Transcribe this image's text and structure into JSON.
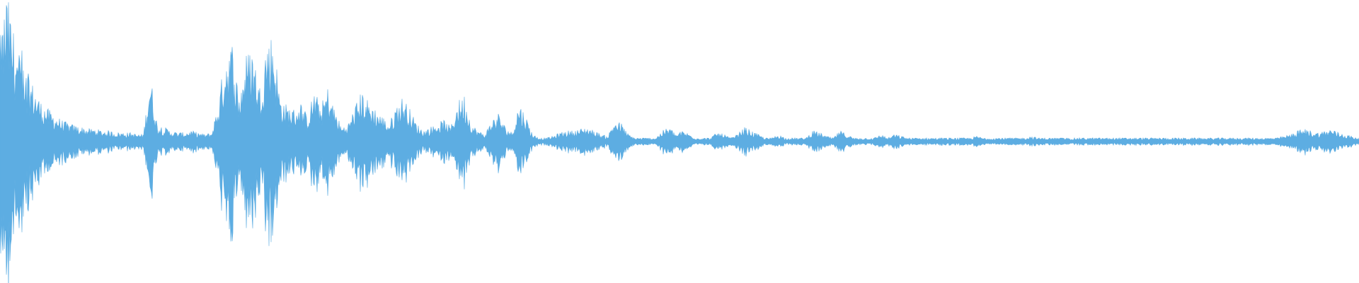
{
  "waveform": {
    "color": "#5dade2",
    "background": "#ffffff",
    "envelope": [
      0.55,
      0.82,
      0.6,
      0.45,
      0.38,
      0.3,
      0.22,
      0.18,
      0.15,
      0.12,
      0.1,
      0.09,
      0.08,
      0.07,
      0.07,
      0.06,
      0.06,
      0.05,
      0.05,
      0.05,
      0.04,
      0.04,
      0.38,
      0.1,
      0.08,
      0.06,
      0.05,
      0.05,
      0.06,
      0.05,
      0.04,
      0.05,
      0.22,
      0.5,
      0.55,
      0.25,
      0.48,
      0.52,
      0.3,
      0.56,
      0.6,
      0.25,
      0.2,
      0.18,
      0.22,
      0.14,
      0.28,
      0.2,
      0.3,
      0.18,
      0.08,
      0.1,
      0.2,
      0.28,
      0.22,
      0.18,
      0.14,
      0.1,
      0.2,
      0.25,
      0.18,
      0.1,
      0.06,
      0.08,
      0.1,
      0.12,
      0.08,
      0.22,
      0.26,
      0.1,
      0.06,
      0.04,
      0.12,
      0.16,
      0.08,
      0.05,
      0.22,
      0.14,
      0.04,
      0.02,
      0.02,
      0.03,
      0.05,
      0.06,
      0.06,
      0.07,
      0.08,
      0.06,
      0.04,
      0.03,
      0.12,
      0.1,
      0.04,
      0.02,
      0.02,
      0.02,
      0.02,
      0.06,
      0.08,
      0.04,
      0.06,
      0.04,
      0.02,
      0.02,
      0.02,
      0.05,
      0.04,
      0.02,
      0.04,
      0.08,
      0.06,
      0.04,
      0.02,
      0.02,
      0.04,
      0.02,
      0.02,
      0.02,
      0.02,
      0.06,
      0.05,
      0.03,
      0.02,
      0.06,
      0.04,
      0.02,
      0.02,
      0.02,
      0.02,
      0.04,
      0.02,
      0.04,
      0.03,
      0.02,
      0.02,
      0.02,
      0.02,
      0.02,
      0.02,
      0.02,
      0.02,
      0.02,
      0.02,
      0.03,
      0.02,
      0.02,
      0.02,
      0.02,
      0.02,
      0.02,
      0.02,
      0.03,
      0.02,
      0.02,
      0.02,
      0.02,
      0.02,
      0.02,
      0.02,
      0.02,
      0.02,
      0.02,
      0.02,
      0.02,
      0.02,
      0.02,
      0.02,
      0.02,
      0.02,
      0.02,
      0.02,
      0.02,
      0.02,
      0.02,
      0.02,
      0.02,
      0.02,
      0.02,
      0.02,
      0.02,
      0.02,
      0.02,
      0.02,
      0.02,
      0.02,
      0.02,
      0.02,
      0.02,
      0.03,
      0.04,
      0.06,
      0.07,
      0.06,
      0.05,
      0.06,
      0.07,
      0.05,
      0.04,
      0.03,
      0.02
    ]
  }
}
